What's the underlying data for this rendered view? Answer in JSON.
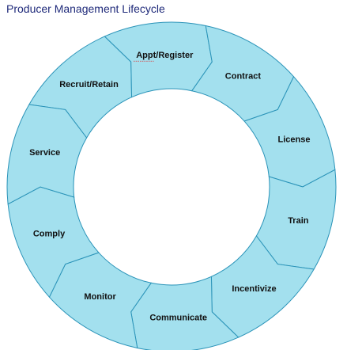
{
  "title": "Producer Management Lifecycle",
  "colors": {
    "segment_fill": "#a3e0ee",
    "segment_stroke": "#2a93b8",
    "title": "#1f2a7a"
  },
  "stages": [
    {
      "label": "Recruit/Retain"
    },
    {
      "label": "Appt/Register",
      "spellcheck_underline": true
    },
    {
      "label": "Contract"
    },
    {
      "label": "License"
    },
    {
      "label": "Train"
    },
    {
      "label": "Incentivize"
    },
    {
      "label": "Communicate"
    },
    {
      "label": "Monitor"
    },
    {
      "label": "Comply"
    },
    {
      "label": "Service"
    }
  ]
}
